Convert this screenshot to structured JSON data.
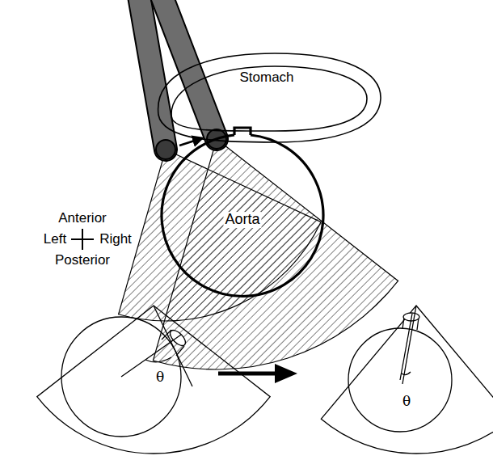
{
  "diagram": {
    "nodes": [
      {
        "text": [
          "Stomach"
        ]
      },
      {
        "text": [
          "Aorta"
        ]
      }
    ],
    "labels": [
      "Anterior",
      "Left",
      "Right",
      "Posterior",
      "θ",
      "θ"
    ]
  }
}
